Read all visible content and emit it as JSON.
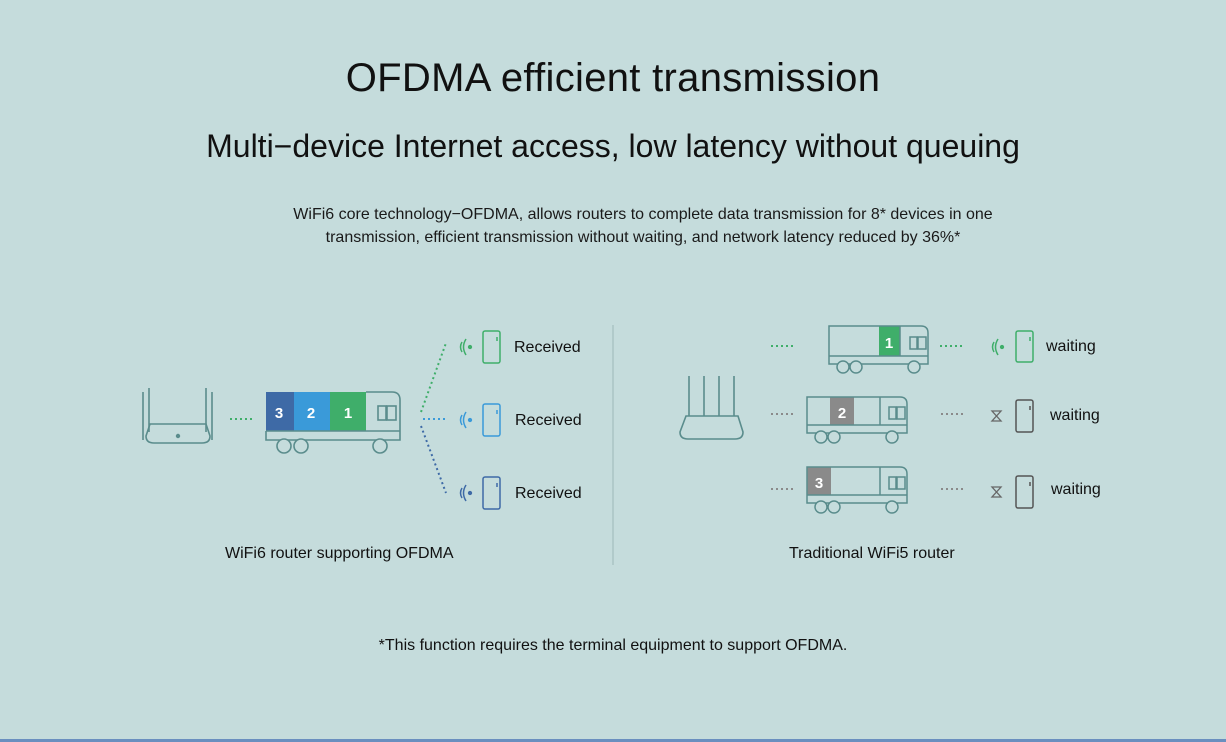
{
  "header": {
    "title": "OFDMA efficient transmission",
    "subtitle": "Multi−device Internet access, low latency without queuing",
    "description_line1": "WiFi6 core technology−OFDMA, allows routers to complete data transmission for 8* devices in one",
    "description_line2": "transmission, efficient transmission without waiting, and network latency reduced by 36%*"
  },
  "left_panel": {
    "caption": "WiFi6 router supporting OFDMA",
    "truck_boxes": [
      "3",
      "2",
      "1"
    ],
    "devices": [
      {
        "status": "Received"
      },
      {
        "status": "Received"
      },
      {
        "status": "Received"
      }
    ]
  },
  "right_panel": {
    "caption": "Traditional WiFi5 router",
    "trucks": [
      {
        "box": "1",
        "status": "waiting"
      },
      {
        "box": "2",
        "status": "waiting"
      },
      {
        "box": "3",
        "status": "waiting"
      }
    ]
  },
  "footnote": "*This function requires the terminal equipment to support OFDMA.",
  "colors": {
    "background": "#c5dcdc",
    "line": "#5a8c8c",
    "green": "#3fae6a",
    "blue": "#3a9ad9",
    "navy": "#3e6aa6",
    "gray": "#8a8a8a",
    "bottom_bar": "#6a8fbf"
  },
  "icons": [
    "router-icon",
    "truck-icon",
    "wifi-signal-icon",
    "phone-icon",
    "hourglass-icon"
  ]
}
